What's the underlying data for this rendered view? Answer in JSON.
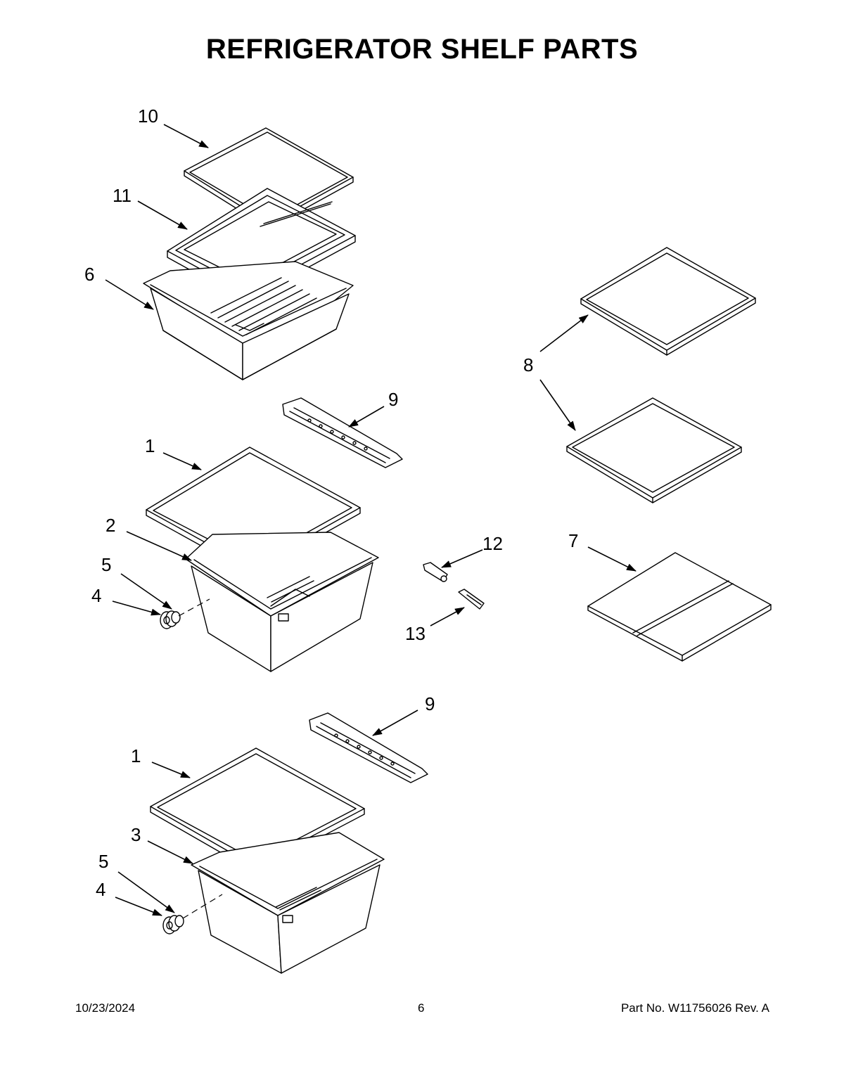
{
  "title": "REFRIGERATOR SHELF PARTS",
  "callouts": {
    "c10": "10",
    "c11": "11",
    "c6": "6",
    "c9a": "9",
    "c1a": "1",
    "c2": "2",
    "c5a": "5",
    "c4a": "4",
    "c12": "12",
    "c13": "13",
    "c8": "8",
    "c7": "7",
    "c9b": "9",
    "c1b": "1",
    "c3": "3",
    "c5b": "5",
    "c4b": "4"
  },
  "footer": {
    "date": "10/23/2024",
    "page": "6",
    "part": "Part No.  W11756026   Rev.  A"
  }
}
